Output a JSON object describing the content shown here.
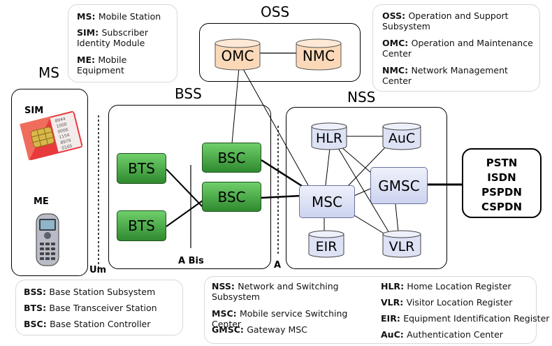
{
  "titles": {
    "oss": "OSS",
    "ms": "MS",
    "bss": "BSS",
    "nss": "NSS"
  },
  "ms_labels": {
    "sim": "SIM",
    "me": "ME",
    "um": "Um"
  },
  "interfaces": {
    "abis": "A Bis",
    "a": "A"
  },
  "nodes": {
    "omc": "OMC",
    "nmc": "NMC",
    "bts1": "BTS",
    "bts2": "BTS",
    "bsc1": "BSC",
    "bsc2": "BSC",
    "hlr": "HLR",
    "auc": "AuC",
    "gmsc": "GMSC",
    "msc": "MSC",
    "eir": "EIR",
    "vlr": "VLR"
  },
  "pstn_box": [
    "PSTN",
    "ISDN",
    "PSPDN",
    "CSPDN"
  ],
  "sim_card_numbers": [
    "8944",
    "1000",
    "0006",
    "1154",
    "8979",
    "0165"
  ],
  "legend_ms": [
    {
      "abbr": "MS",
      "text": "Mobile Station"
    },
    {
      "abbr": "SIM",
      "text": "Subscriber Identity Module"
    },
    {
      "abbr": "ME",
      "text": "Mobile Equipment"
    }
  ],
  "legend_oss": [
    {
      "abbr": "OSS",
      "text": "Operation and Support Subsystem"
    },
    {
      "abbr": "OMC",
      "text": "Operation and Maintenance Center"
    },
    {
      "abbr": "NMC",
      "text": "Network Management Center"
    }
  ],
  "legend_bss": [
    {
      "abbr": "BSS",
      "text": "Base Station Subsystem"
    },
    {
      "abbr": "BTS",
      "text": "Base Transceiver Station"
    },
    {
      "abbr": "BSC",
      "text": "Base Station Controller"
    }
  ],
  "legend_nss_left": [
    {
      "abbr": "NSS",
      "text": "Network and Switching Subsystem"
    },
    {
      "abbr": "MSC",
      "text": "Mobile service Switching Center"
    },
    {
      "abbr": "GMSC",
      "text": "Gateway MSC"
    }
  ],
  "legend_nss_right": [
    {
      "abbr": "HLR",
      "text": "Home Location Register"
    },
    {
      "abbr": "VLR",
      "text": "Visitor Location Register"
    },
    {
      "abbr": "EIR",
      "text": "Equipment Identification Register"
    },
    {
      "abbr": "AuC",
      "text": "Authentication Center"
    }
  ],
  "colors": {
    "bts_green": "#3f9e3c",
    "omc_peach": "#fbd9b8",
    "nss_lavender": "#dde2f5"
  }
}
